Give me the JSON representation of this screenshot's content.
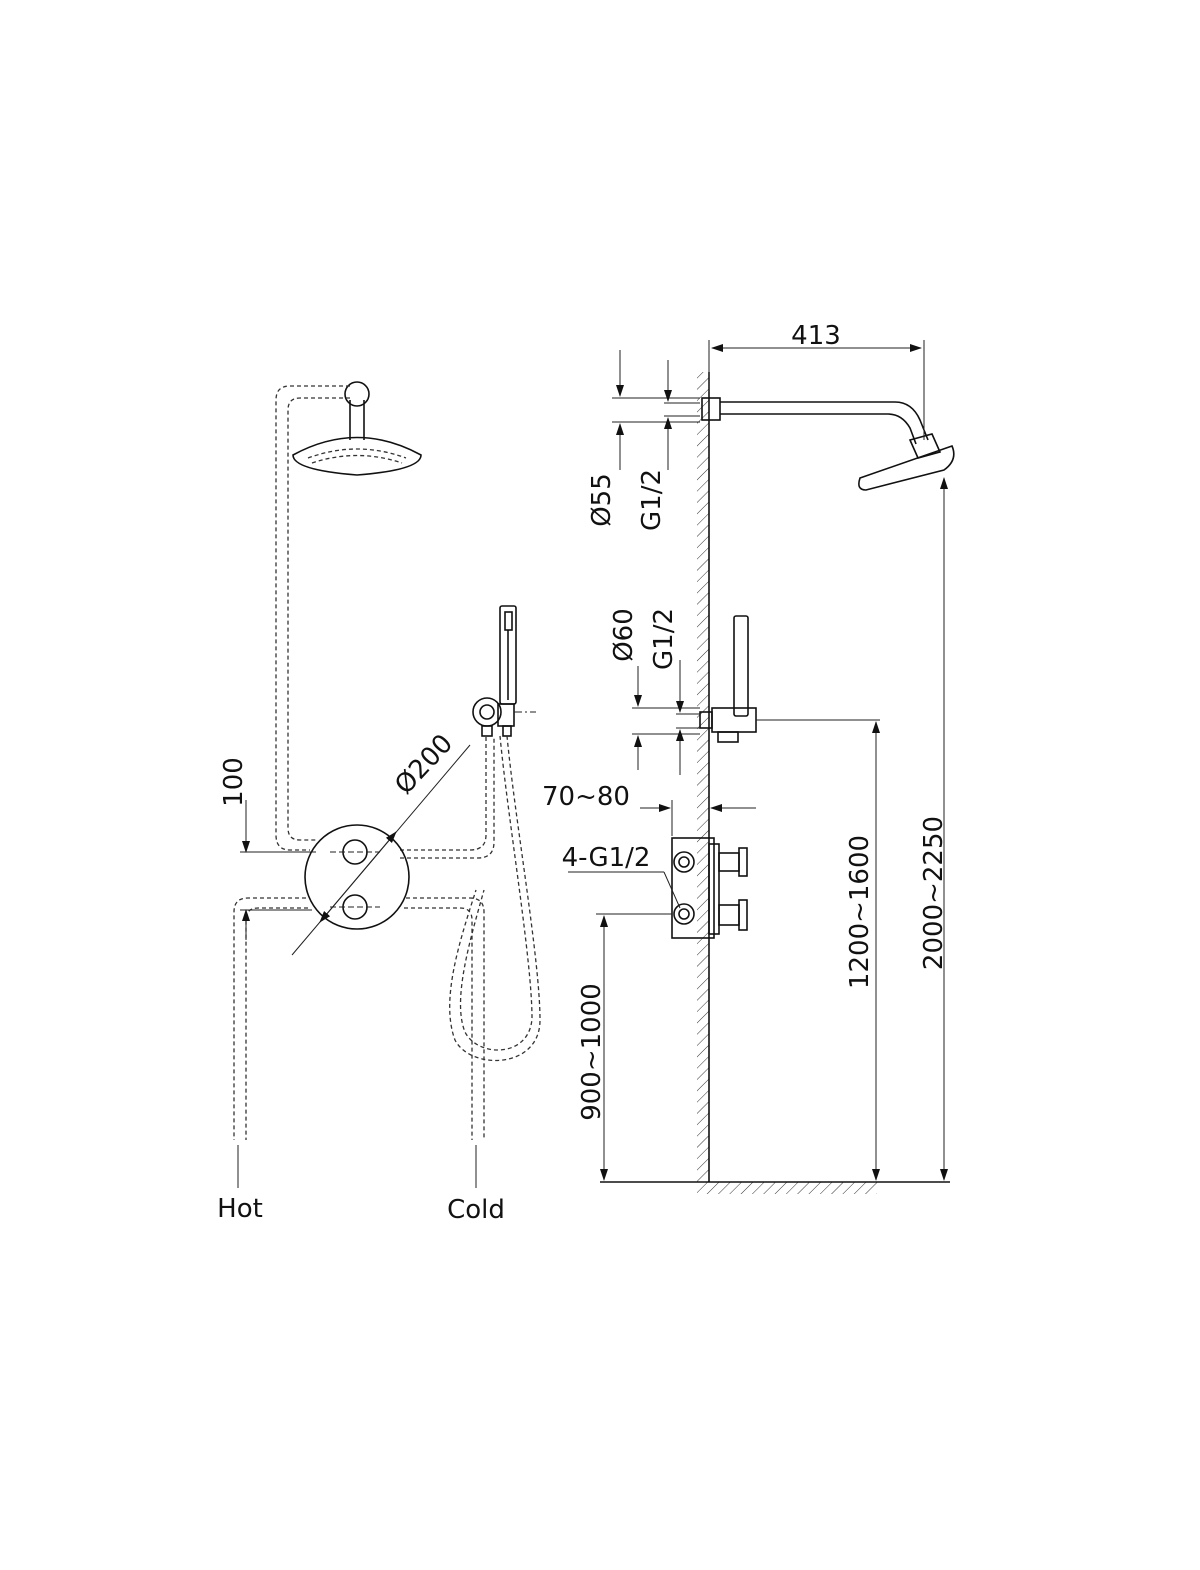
{
  "dimensions": {
    "arm_length": "413",
    "wall_flange_dia": "Ø55",
    "arm_thread": "G1/2",
    "outlet_flange_dia": "Ø60",
    "outlet_thread": "G1/2",
    "recess_depth": "70~80",
    "valve_ports": "4-G1/2",
    "valve_height": "900~1000",
    "outlet_height": "1200~1600",
    "head_height": "2000~2250",
    "valve_plate_dia": "Ø200",
    "pipe_spacing": "100"
  },
  "pipes": {
    "hot_label": "Hot",
    "cold_label": "Cold"
  }
}
